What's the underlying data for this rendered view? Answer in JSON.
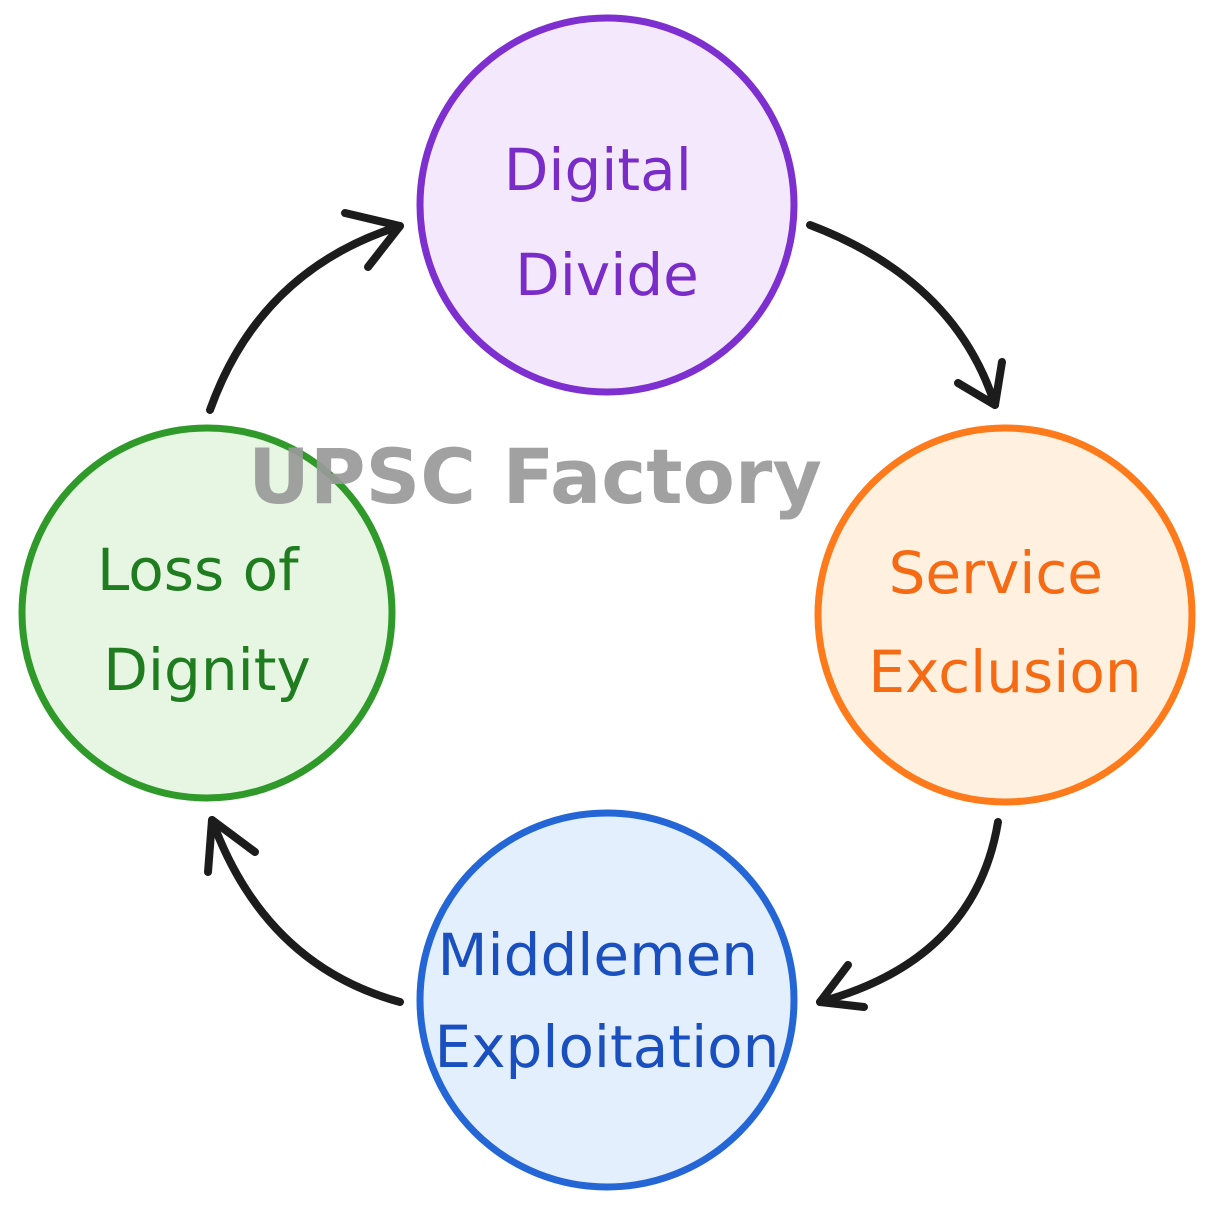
{
  "watermark": {
    "text": "UPSC Factory",
    "color": "#9a9a9a"
  },
  "arrow_color": "#1c1c1c",
  "nodes": [
    {
      "id": "digital-divide",
      "lines": [
        "Digital",
        "Divide"
      ],
      "stroke": "#7d2fd0",
      "fill": "#f4e9fc",
      "text_color": "#7a2cc9"
    },
    {
      "id": "service-exclusion",
      "lines": [
        "Service",
        "Exclusion"
      ],
      "stroke": "#ff7a1a",
      "fill": "#fff0e0",
      "text_color": "#f56a12"
    },
    {
      "id": "middlemen-exploitation",
      "lines": [
        "Middlemen",
        "Exploitation"
      ],
      "stroke": "#2466d6",
      "fill": "#e4effd",
      "text_color": "#1a4fbf"
    },
    {
      "id": "loss-of-dignity",
      "lines": [
        "Loss of",
        "Dignity"
      ],
      "stroke": "#2f9a2a",
      "fill": "#e6f6e2",
      "text_color": "#1f7d1f"
    }
  ],
  "flow": [
    {
      "from": "digital-divide",
      "to": "service-exclusion"
    },
    {
      "from": "service-exclusion",
      "to": "middlemen-exploitation"
    },
    {
      "from": "middlemen-exploitation",
      "to": "loss-of-dignity"
    },
    {
      "from": "loss-of-dignity",
      "to": "digital-divide"
    }
  ]
}
